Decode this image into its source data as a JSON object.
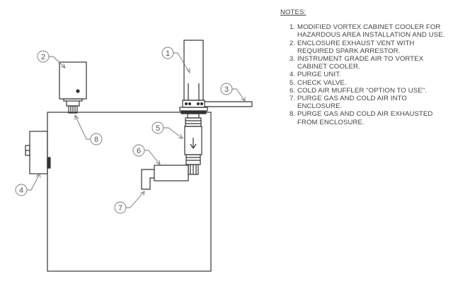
{
  "notes": {
    "title": "NOTES:",
    "items": [
      "MODIFIED VORTEX CABINET COOLER FOR HAZARDOUS AREA INSTALLATION AND USE.",
      "ENCLOSURE EXHAUST VENT WITH REQUIRED SPARK ARRESTOR.",
      "INSTRUMENT GRADE AIR TO VORTEX CABINET COOLER.",
      "PURGE UNIT.",
      "CHECK VALVE.",
      "COLD AIR MUFFLER \"OPTION TO USE\".",
      "PURGE GAS AND COLD AIR INTO ENCLOSURE.",
      "PURGE GAS AND COLD AIR EXHAUSTED FROM ENCLOSURE."
    ]
  },
  "callouts": {
    "c1": "1",
    "c2": "2",
    "c3": "3",
    "c4": "4",
    "c5": "5",
    "c6": "6",
    "c7": "7",
    "c8": "8"
  },
  "colors": {
    "line": "#333333",
    "callout": "#777777",
    "text": "#444444"
  }
}
